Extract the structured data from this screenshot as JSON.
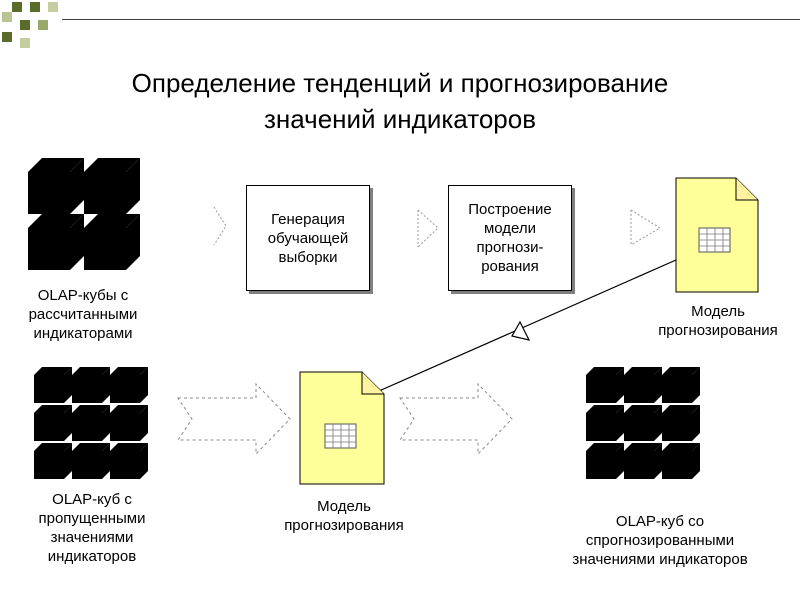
{
  "title": {
    "line1": "Определение тенденций и прогнозирование",
    "line2": "значений индикаторов"
  },
  "process": {
    "step1": "Генерация\nобучающей\nвыборки",
    "step2": "Построение\nмодели\nпрогнози-\nрования"
  },
  "labels": {
    "olap_computed": "OLAP-кубы с\nрассчитанными\nиндикаторами",
    "model_top": "Модель\nпрогнозирования",
    "olap_missing": "OLAP-куб с\nпропущенными\nзначениями\nиндикаторов",
    "model_bottom": "Модель\nпрогнозирования",
    "olap_forecast": "OLAP-куб со\nспрогнозированными\nзначениями индикаторов"
  },
  "colors": {
    "cube_gold": "#ffcc00",
    "cube_light_yellow": "#ffff99",
    "cube_gray": "#c0c0c0",
    "cube_orange": "#ff9900",
    "doc_fill": "#ffff99",
    "slide_squares": "#4f6228"
  }
}
